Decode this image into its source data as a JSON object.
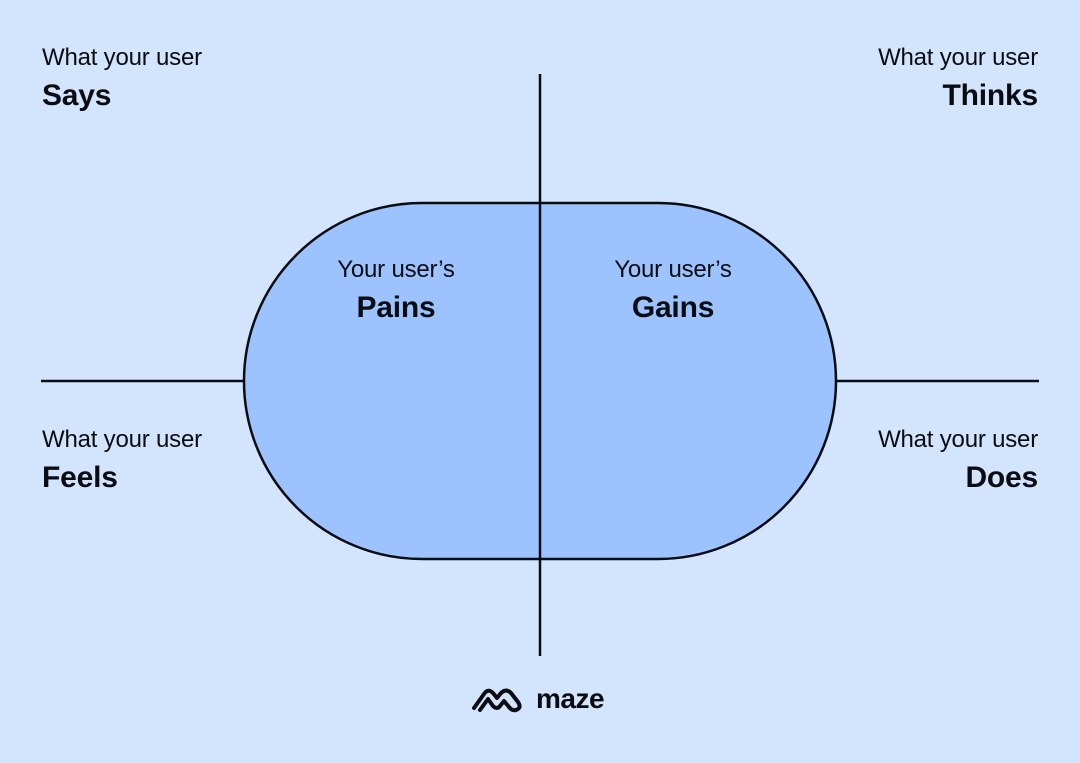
{
  "colors": {
    "background": "#d3e4fd",
    "center_fill": "#9cc3fe",
    "line": "#0b0c12",
    "text": "#0b0c12"
  },
  "quadrants": {
    "says": {
      "prefix": "What your user",
      "title": "Says"
    },
    "thinks": {
      "prefix": "What your user",
      "title": "Thinks"
    },
    "feels": {
      "prefix": "What your user",
      "title": "Feels"
    },
    "does": {
      "prefix": "What your user",
      "title": "Does"
    }
  },
  "center": {
    "pains": {
      "prefix": "Your user’s",
      "title": "Pains"
    },
    "gains": {
      "prefix": "Your user’s",
      "title": "Gains"
    }
  },
  "brand": {
    "name": "maze",
    "icon": "maze-logo-icon"
  }
}
